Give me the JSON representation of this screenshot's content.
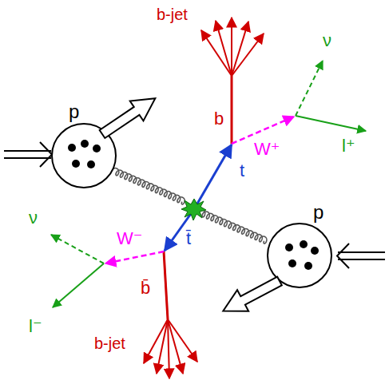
{
  "diagram": {
    "labels": [
      "b-jet",
      "b",
      "ν",
      "W⁺",
      "l⁺",
      "p",
      "t",
      "t̄",
      "p",
      "ν",
      "W⁻",
      "l⁻",
      "b̄",
      "b-jet"
    ]
  }
}
